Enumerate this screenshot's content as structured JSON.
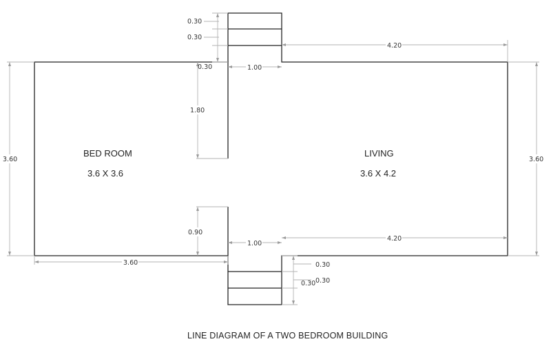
{
  "rooms": {
    "bedroom": {
      "name": "BED ROOM",
      "size": "3.6 X 3.6"
    },
    "living": {
      "name": "LIVING",
      "size": "3.6 X 4.2"
    }
  },
  "dimensions": {
    "step_top_1": "0.30",
    "step_top_2": "0.30",
    "step_top_3": "0.30",
    "living_width_top": "4.20",
    "door_top": "1.00",
    "wall_upper": "1.80",
    "left_height": "3.60",
    "right_height": "3.60",
    "wall_lower": "0.90",
    "door_bottom": "1.00",
    "living_width_bottom": "4.20",
    "bedroom_width": "3.60",
    "step_bottom_1": "0.30",
    "step_bottom_2": "0.30",
    "step_bottom_3": "0.30"
  },
  "caption": "LINE DIAGRAM OF A TWO BEDROOM BUILDING",
  "colors": {
    "wall": "#222222",
    "dimension_line": "#b3b3b3",
    "text": "#333333"
  }
}
